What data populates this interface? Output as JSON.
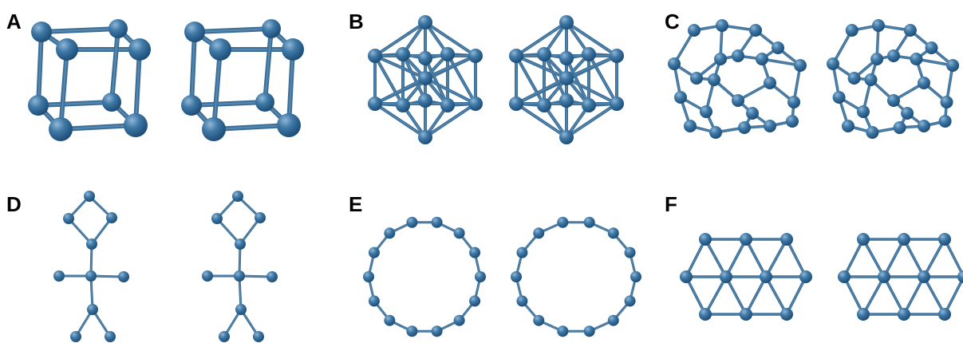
{
  "figure": {
    "panels": [
      {
        "id": "A",
        "label": "A",
        "shape": "cube"
      },
      {
        "id": "B",
        "label": "B",
        "shape": "icosahedron"
      },
      {
        "id": "C",
        "label": "C",
        "shape": "dodecahedron"
      },
      {
        "id": "D",
        "label": "D",
        "shape": "stick-figure"
      },
      {
        "id": "E",
        "label": "E",
        "shape": "ring"
      },
      {
        "id": "F",
        "label": "F",
        "shape": "triangular-lattice"
      }
    ],
    "colors": {
      "atom_light": "#8fb7d6",
      "atom_mid": "#3f78a6",
      "atom_dark": "#1d4e78",
      "bond": "#3c6f98",
      "bond_highlight": "#6f9cc2"
    }
  }
}
